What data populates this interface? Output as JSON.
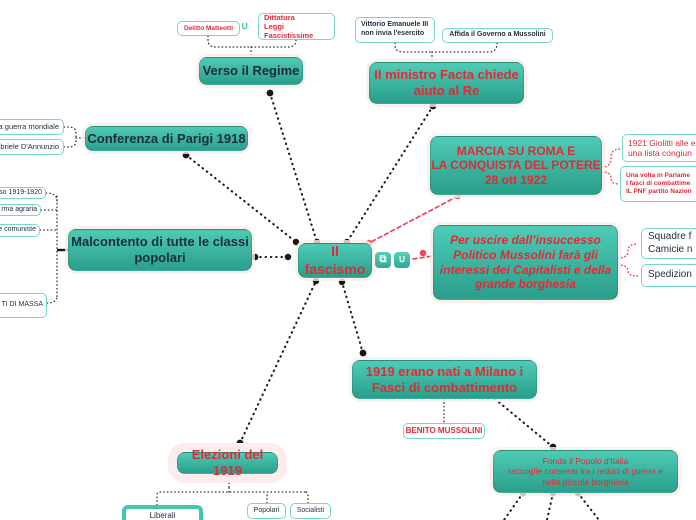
{
  "app": {
    "type": "mind-map",
    "central_topic": "Il fascismo"
  },
  "state": {
    "highlighted_node": "elezioni",
    "focused_node": "liberali"
  },
  "colors": {
    "node_teal_top": "#4ecbb6",
    "node_teal_bottom": "#2a9f8b",
    "teal_border": "#74d9ca",
    "red_text": "#e12a38",
    "dark_text": "#1d2d3e",
    "edge_black": "#241a14",
    "edge_red": "#f0455a",
    "selection_halo": "#fdeceb"
  },
  "icons": {
    "hyperlink_glyph": "∪",
    "preview_glyph": "⧉"
  },
  "nodes": {
    "fascismo": {
      "text": "Il fascismo"
    },
    "verso": {
      "text": "Verso il Regime"
    },
    "delitto": {
      "text": "Delitto Matteotti"
    },
    "dittatura": {
      "text": "Dittatura\nLeggi Fascistissime"
    },
    "vittorio": {
      "text": "Vittorio Emanuele III\nnon invia l'esercito"
    },
    "affida": {
      "text": "Affida il Governo a Mussolini"
    },
    "facta": {
      "text": "Il ministro Facta chiede\naiuto al Re"
    },
    "marcia": {
      "text": "MARCIA SU ROMA E\nLA CONQUISTA DEL POTERE\n28 ott 1922"
    },
    "giolitti": {
      "text": "1921 Giolitti alle e\nuna lista congiun"
    },
    "pnf": {
      "text": "Una volta in Parlame\nI fasci di combattime\nIL PNF partito Nazion"
    },
    "per_uscire": {
      "text": "Per uscire dall’insuccesso\nPolitico Mussolini farà gli\ninteressi dei Capitalisti e della\ngrande borghesia"
    },
    "squadre": {
      "text": "Squadre f\nCamicie n"
    },
    "spedizioni": {
      "text": "Spedizion"
    },
    "conferenza": {
      "text": "Conferenza di Parigi 1918"
    },
    "guerra_mondiale": {
      "text": "a guerra mondiale"
    },
    "dannunzio": {
      "text": "abriele D'Annunzio"
    },
    "malcontento": {
      "text": "Malcontento di tutte le classi\npopolari"
    },
    "rosso_1919": {
      "text": "so 1919-1920"
    },
    "riforma": {
      "text": "rma agraria"
    },
    "comuniste": {
      "text": "e comuniste"
    },
    "massa": {
      "text": "TI DI MASSA"
    },
    "fasci_1919": {
      "text": "1919 erano nati a Milano i\nFasci di combattimento"
    },
    "benito": {
      "text": "BENITO MUSSOLINI"
    },
    "fonda": {
      "text": "Fonda il Popolo d'Italia\nraccoglie consensi tra i reduci di guerra e\nnella piccola borghesia"
    },
    "elezioni": {
      "text": "Elezioni del 1919"
    },
    "liberali": {
      "text": "Liberali"
    },
    "popolari": {
      "text": "Popolari"
    },
    "socialisti": {
      "text": "Socialisti"
    }
  }
}
